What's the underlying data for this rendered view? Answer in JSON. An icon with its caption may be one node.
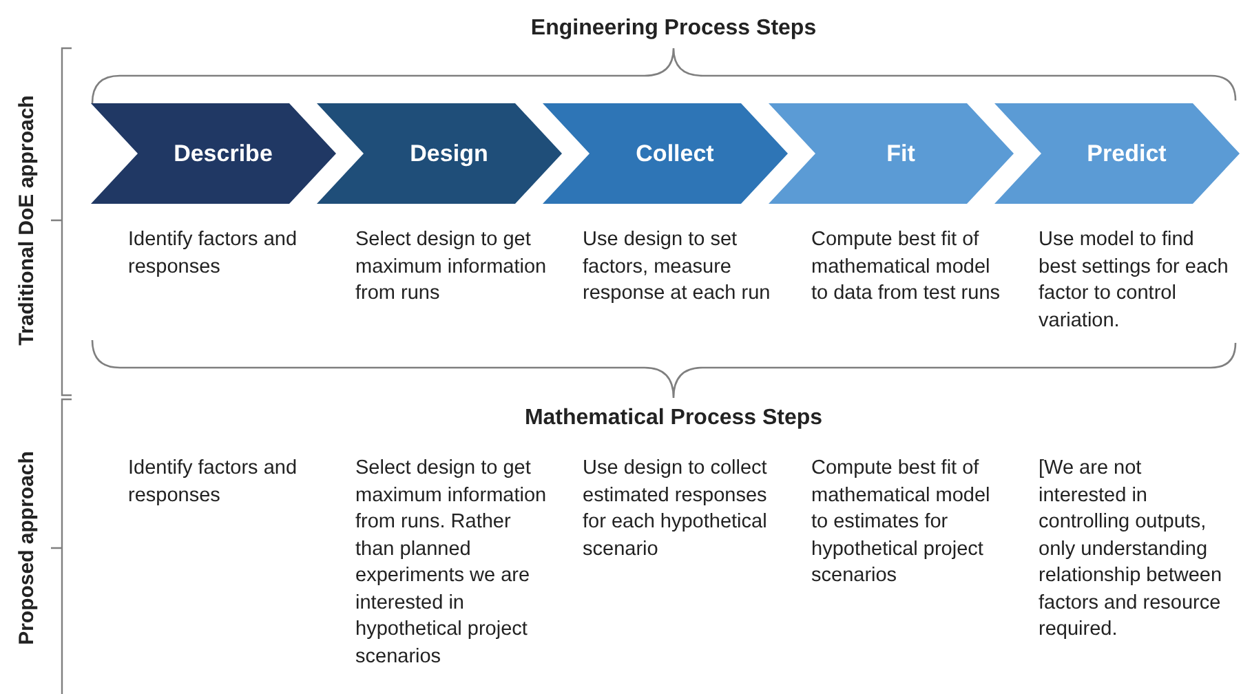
{
  "diagram": {
    "title": "Engineering Process Steps",
    "nodes": [
      {
        "text": [
          "Describe"
        ]
      },
      {
        "text": [
          "Design"
        ]
      },
      {
        "text": [
          "Collect"
        ]
      },
      {
        "text": [
          "Fit"
        ]
      },
      {
        "text": [
          "Predict"
        ]
      }
    ],
    "labels": [
      "Traditional DoE approach",
      "Identify factors and responses",
      "Select design to get maximum information from runs",
      "Use design to set factors, measure response at each run",
      "Compute best fit of mathematical model to data from test runs",
      "Use model to find best settings for each factor to control variation.",
      "Mathematical Process Steps",
      "Proposed approach",
      "Identify factors and responses",
      "Select design to get maximum information from runs. Rather than planned experiments we are interested in hypothetical project scenarios",
      "Use design to collect estimated responses for each hypothetical scenario",
      "Compute best fit of mathematical model to estimates for hypothetical project scenarios",
      "[We are not interested in controlling outputs, only understanding relationship between factors and resource required."
    ]
  }
}
